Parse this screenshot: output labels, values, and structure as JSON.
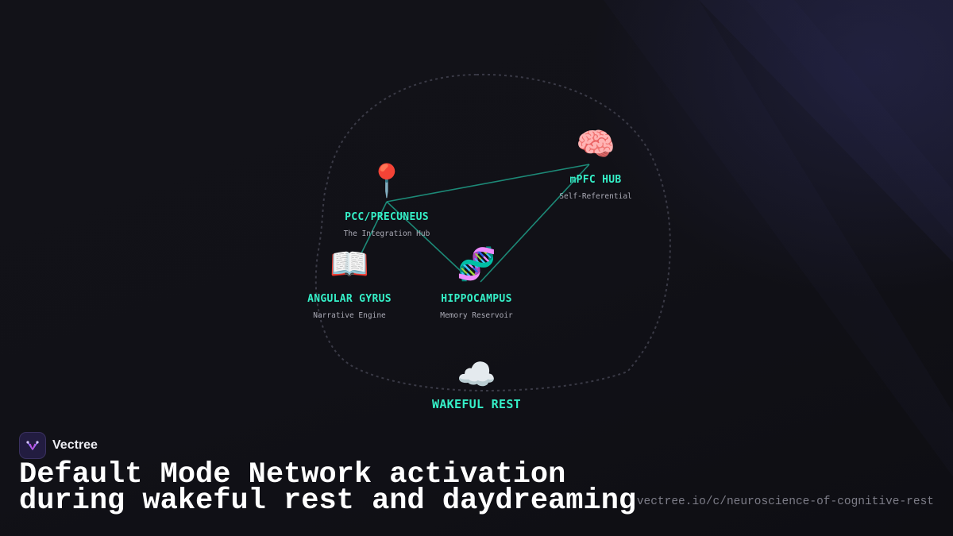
{
  "nodes": {
    "mpfc": {
      "icon": "brain-icon",
      "glyph": "🧠",
      "title": "mPFC HUB",
      "subtitle": "Self-Referential"
    },
    "pcc": {
      "icon": "pin-icon",
      "glyph": "📍",
      "title": "PCC/PRECUNEUS",
      "subtitle": "The Integration Hub"
    },
    "angular": {
      "icon": "book-icon",
      "glyph": "📖",
      "title": "ANGULAR GYRUS",
      "subtitle": "Narrative Engine"
    },
    "hippocampus": {
      "icon": "dna-icon",
      "glyph": "🧬",
      "title": "HIPPOCAMPUS",
      "subtitle": "Memory Reservoir"
    },
    "wakeful": {
      "icon": "cloud-icon",
      "glyph": "☁️",
      "title": "WAKEFUL REST"
    }
  },
  "colors": {
    "accent": "#35f0c8",
    "edge": "#1f9e88",
    "background": "#0f0f14",
    "outline": "#3a3a46"
  },
  "brand": {
    "name": "Vectree",
    "logo_icon": "vectree-logo-icon"
  },
  "headline": "Default Mode Network activation during wakeful rest and daydreaming",
  "url": "vectree.io/c/neuroscience-of-cognitive-rest"
}
